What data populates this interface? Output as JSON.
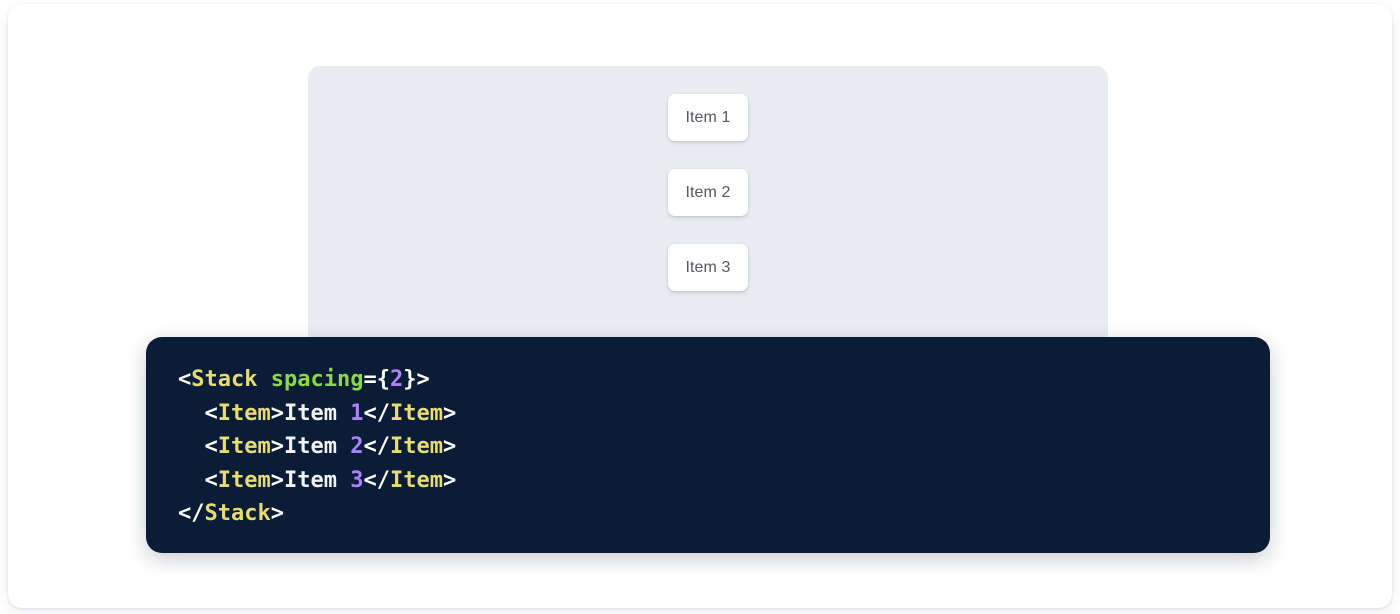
{
  "preview": {
    "panel_name": "stack-preview-panel",
    "stack": {
      "component": "Stack",
      "spacing": 2,
      "items": [
        {
          "label": "Item 1"
        },
        {
          "label": "Item 2"
        },
        {
          "label": "Item 3"
        }
      ]
    }
  },
  "code": {
    "language": "jsx",
    "lines": [
      {
        "tokens": [
          {
            "text": "<",
            "type": "punct"
          },
          {
            "text": "Stack",
            "type": "tag"
          },
          {
            "text": " ",
            "type": "punct"
          },
          {
            "text": "spacing",
            "type": "attr"
          },
          {
            "text": "=",
            "type": "punct"
          },
          {
            "text": "{",
            "type": "punct"
          },
          {
            "text": "2",
            "type": "num"
          },
          {
            "text": "}",
            "type": "punct"
          },
          {
            "text": ">",
            "type": "punct"
          }
        ]
      },
      {
        "tokens": [
          {
            "text": "  <",
            "type": "punct"
          },
          {
            "text": "Item",
            "type": "tag"
          },
          {
            "text": ">",
            "type": "punct"
          },
          {
            "text": "Item ",
            "type": "text"
          },
          {
            "text": "1",
            "type": "num"
          },
          {
            "text": "</",
            "type": "punct"
          },
          {
            "text": "Item",
            "type": "tag"
          },
          {
            "text": ">",
            "type": "punct"
          }
        ]
      },
      {
        "tokens": [
          {
            "text": "  <",
            "type": "punct"
          },
          {
            "text": "Item",
            "type": "tag"
          },
          {
            "text": ">",
            "type": "punct"
          },
          {
            "text": "Item ",
            "type": "text"
          },
          {
            "text": "2",
            "type": "num"
          },
          {
            "text": "</",
            "type": "punct"
          },
          {
            "text": "Item",
            "type": "tag"
          },
          {
            "text": ">",
            "type": "punct"
          }
        ]
      },
      {
        "tokens": [
          {
            "text": "  <",
            "type": "punct"
          },
          {
            "text": "Item",
            "type": "tag"
          },
          {
            "text": ">",
            "type": "punct"
          },
          {
            "text": "Item ",
            "type": "text"
          },
          {
            "text": "3",
            "type": "num"
          },
          {
            "text": "</",
            "type": "punct"
          },
          {
            "text": "Item",
            "type": "tag"
          },
          {
            "text": ">",
            "type": "punct"
          }
        ]
      },
      {
        "tokens": [
          {
            "text": "</",
            "type": "punct"
          },
          {
            "text": "Stack",
            "type": "tag"
          },
          {
            "text": ">",
            "type": "punct"
          }
        ]
      }
    ],
    "plain_text": "<Stack spacing={2}>\n  <Item>Item 1</Item>\n  <Item>Item 2</Item>\n  <Item>Item 3</Item>\n</Stack>"
  },
  "colors": {
    "page_background": "#ffffff",
    "card_background": "#ffffff",
    "panel_background": "#e9ecf1",
    "item_background": "#ffffff",
    "item_text": "#55595e",
    "code_background": "#0b1c36",
    "code_default": "#ffffff",
    "code_tag": "#e6db74",
    "code_attr": "#8bd94a",
    "code_number": "#ae81ff"
  }
}
